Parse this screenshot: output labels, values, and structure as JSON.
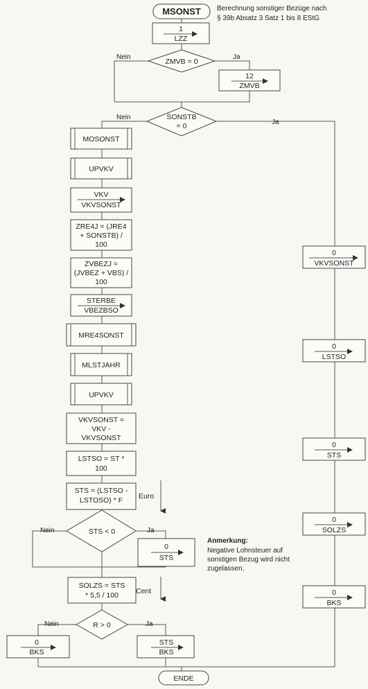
{
  "header": {
    "start_label": "MSONST",
    "description_lines": [
      "Berechnung sonstiger Bezüge nach",
      "§ 39b Absatz 3 Satz 1 bis 8 EStG"
    ]
  },
  "steps": {
    "lzz": {
      "top": "1",
      "bottom": "LZZ"
    },
    "zmvb_decision": "ZMVB = 0",
    "zmvb": {
      "top": "12",
      "bottom": "ZMVB"
    },
    "sonstb_decision": [
      "SONSTB",
      "= 0"
    ],
    "mosonst": "MOSONST",
    "upvkv": "UPVKV",
    "vkv": {
      "top": "VKV",
      "bottom": "VKVSONST"
    },
    "zre4j": [
      "ZRE4J = (JRE4",
      "+ SONSTB) /",
      "100"
    ],
    "zvbezj": [
      "ZVBEZJ =",
      "(JVBEZ + VBS) /",
      "100"
    ],
    "sterbe": {
      "top": "STERBE",
      "bottom": "VBEZBSO"
    },
    "mre4sonst": "MRE4SONST",
    "mlstjahr": "MLSTJAHR",
    "upvkv2": "UPVKV",
    "vkvsonst_calc": [
      "VKVSONST =",
      "VKV -",
      "VKVSONST"
    ],
    "lstso_calc": [
      "LSTSO = ST *",
      "100"
    ],
    "sts_calc": [
      "STS = (LSTSO -",
      "LSTOSO) * F"
    ],
    "euro": "Euro",
    "sts_decision": "STS < 0",
    "sts_zero": {
      "top": "0",
      "bottom": "STS"
    },
    "solzs_calc": [
      "SOLZS = STS",
      "* 5,5 / 100"
    ],
    "cent": "Cent",
    "r_decision": "R > 0",
    "bks_zero": {
      "top": "0",
      "bottom": "BKS"
    },
    "sts_bks": {
      "top": "STS",
      "bottom": "BKS"
    },
    "end_label": "ENDE"
  },
  "right_branch": {
    "vkvsonst": {
      "top": "0",
      "bottom": "VKVSONST"
    },
    "lstso": {
      "top": "0",
      "bottom": "LSTSO"
    },
    "sts": {
      "top": "0",
      "bottom": "STS"
    },
    "solzs": {
      "top": "0",
      "bottom": "SOLZS"
    },
    "bks": {
      "top": "0",
      "bottom": "BKS"
    }
  },
  "labels": {
    "nein": "Nein",
    "ja": "Ja",
    "note_title": "Anmerkung:",
    "note_lines": [
      "Negative Lohnsteuer auf",
      "sonstigen Bezug wird nicht",
      "zugelassen."
    ]
  }
}
